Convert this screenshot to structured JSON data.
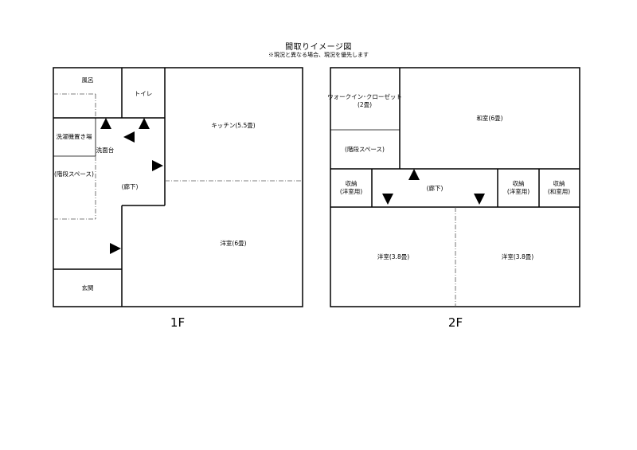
{
  "title": "間取りイメージ図",
  "note": "※現況と異なる場合、現況を優先します",
  "floors": {
    "f1": {
      "label": "1F",
      "rooms": {
        "bath": "風呂",
        "toilet": "トイレ",
        "kitchen": "キッチン(5.5畳)",
        "laundry": "洗濯機置き場",
        "washbasin": "洗面台",
        "stairs": "(階段スペース)",
        "hall": "(廊下)",
        "western": "洋室(6畳)",
        "entrance": "玄関"
      }
    },
    "f2": {
      "label": "2F",
      "rooms": {
        "walkin_line1": "ウォークイン･クローゼット",
        "walkin_line2": "(2畳)",
        "japanese": "和室(6畳)",
        "stairs": "(階段スペース)",
        "storage_left_line1": "収納",
        "storage_left_line2": "(洋室用)",
        "hall": "(廊下)",
        "storage_mid_line1": "収納",
        "storage_mid_line2": "(洋室用)",
        "storage_right_line1": "収納",
        "storage_right_line2": "(和室用)",
        "western_left": "洋室(3.8畳)",
        "western_right": "洋室(3.8畳)"
      }
    }
  }
}
